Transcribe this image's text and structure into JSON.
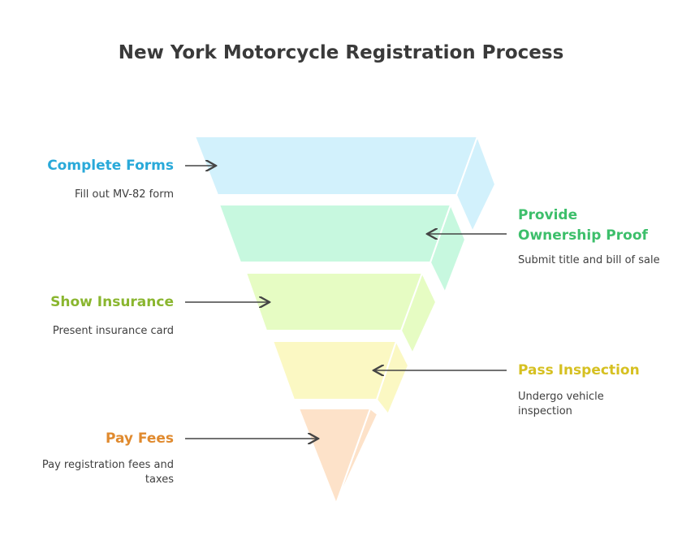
{
  "title": "New York Motorcycle Registration Process",
  "steps": [
    {
      "title": "Complete Forms",
      "description": "Fill out MV-82 form",
      "color": "#29a9d9",
      "fill": "#d2f1fc"
    },
    {
      "title": "Provide Ownership Proof",
      "description": "Submit title and bill of sale",
      "color": "#3dbf6b",
      "fill": "#c7f8df"
    },
    {
      "title": "Show Insurance",
      "description": "Present insurance card",
      "color": "#8ab62f",
      "fill": "#e6fcc3"
    },
    {
      "title": "Pass Inspection",
      "description": "Undergo vehicle inspection",
      "color": "#d6c021",
      "fill": "#fbf8c3"
    },
    {
      "title": "Pay Fees",
      "description": "Pay registration fees and taxes",
      "color": "#e08a2e",
      "fill": "#fde2c9"
    }
  ]
}
